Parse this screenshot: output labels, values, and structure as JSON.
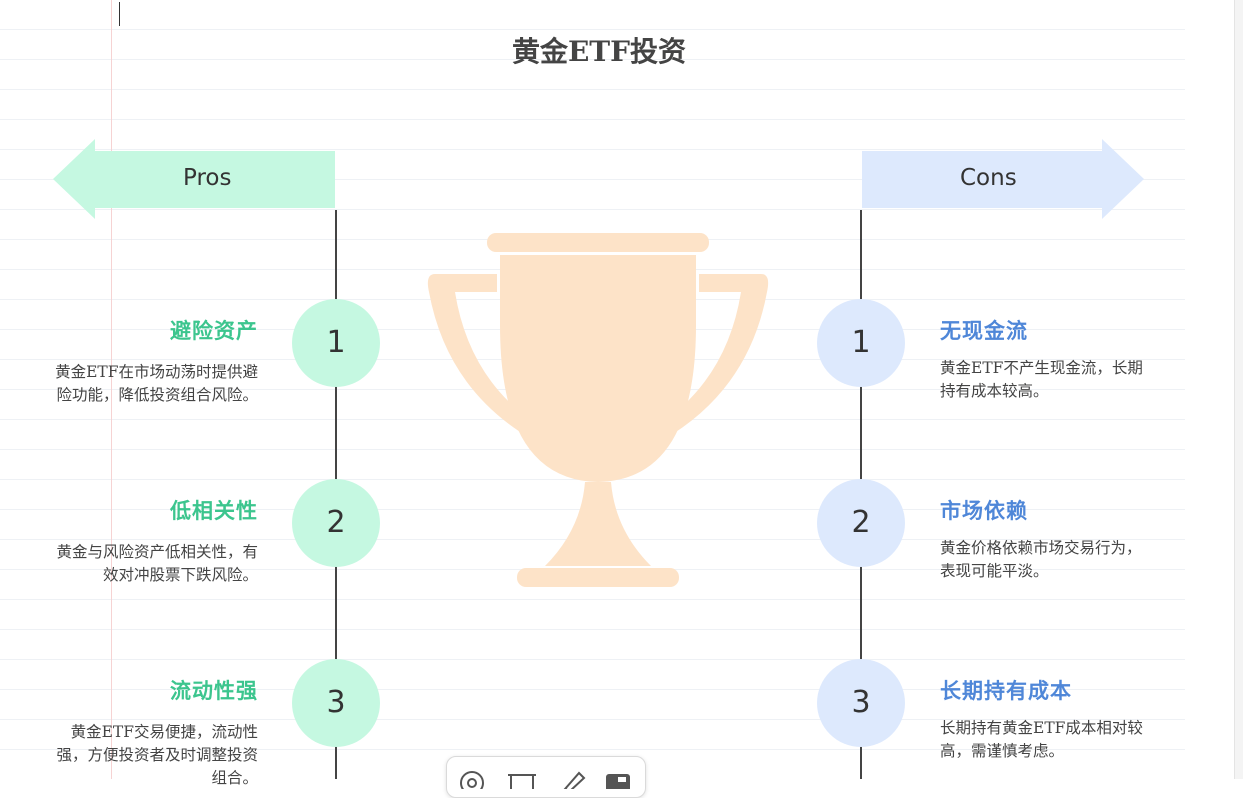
{
  "page": {
    "title": "黄金ETF投资"
  },
  "pros": {
    "header_label": "Pros",
    "color": "#c5f8e1",
    "title_color": "#3cc58e",
    "items": [
      {
        "number": "1",
        "title": "避险资产",
        "description": "黄金ETF在市场动荡时提供避险功能，降低投资组合风险。"
      },
      {
        "number": "2",
        "title": "低相关性",
        "description": "黄金与风险资产低相关性，有效对冲股票下跌风险。"
      },
      {
        "number": "3",
        "title": "流动性强",
        "description": "黄金ETF交易便捷，流动性强，方便投资者及时调整投资组合。"
      }
    ]
  },
  "cons": {
    "header_label": "Cons",
    "color": "#dde9fd",
    "title_color": "#4f87d8",
    "items": [
      {
        "number": "1",
        "title": "无现金流",
        "description": "黄金ETF不产生现金流，长期持有成本较高。"
      },
      {
        "number": "2",
        "title": "市场依赖",
        "description": "黄金价格依赖市场交易行为，表现可能平淡。"
      },
      {
        "number": "3",
        "title": "长期持有成本",
        "description": "长期持有黄金ETF成本相对较高，需谨慎考虑。"
      }
    ]
  },
  "trophy": {
    "icon": "trophy-icon",
    "color": "#fde3c8"
  },
  "toolbar": {
    "icons": [
      "at-sign-icon",
      "frame-icon",
      "pen-icon",
      "card-icon"
    ]
  }
}
